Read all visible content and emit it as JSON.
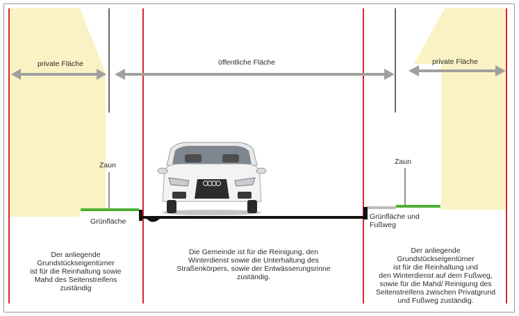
{
  "labels": {
    "private_left": "private Fläche",
    "public": "öffentliche Fläche",
    "private_right": "private Fläche",
    "fence_left": "Zaun",
    "fence_right": "Zaun",
    "green_left": "Grünfläche",
    "green_right": "Grünfläche und\nFußweg"
  },
  "paragraphs": {
    "left": "Der anliegende\nGrundstückseigentümer\nist für die Reinhaltung sowie\nMahd des Seitenstreifens\nzuständig",
    "middle": "Die Gemeinde ist für die Reinigung, den\nWinterdienst sowie die Unterhaltung des\nStraßenkörpers, sowie der Entwässerungsrinne\nzuständig.",
    "right": "Der anliegende\nGrundstückseigentümer\nist für die Reinhaltung und\nden Winterdienst auf dem Fußweg,\nsowie für die Mahd/ Reinigung des\nSeitenstreifens zwischen Privatgrund\nund Fußweg zuständig."
  },
  "colors": {
    "boundary": "#d9262b",
    "arrow": "#a0a0a0",
    "private_area": "#faf2c4",
    "green_strip": "#4caf2f",
    "road": "#111111",
    "fence": "#6a6a6a",
    "text": "#2b2b2b"
  }
}
